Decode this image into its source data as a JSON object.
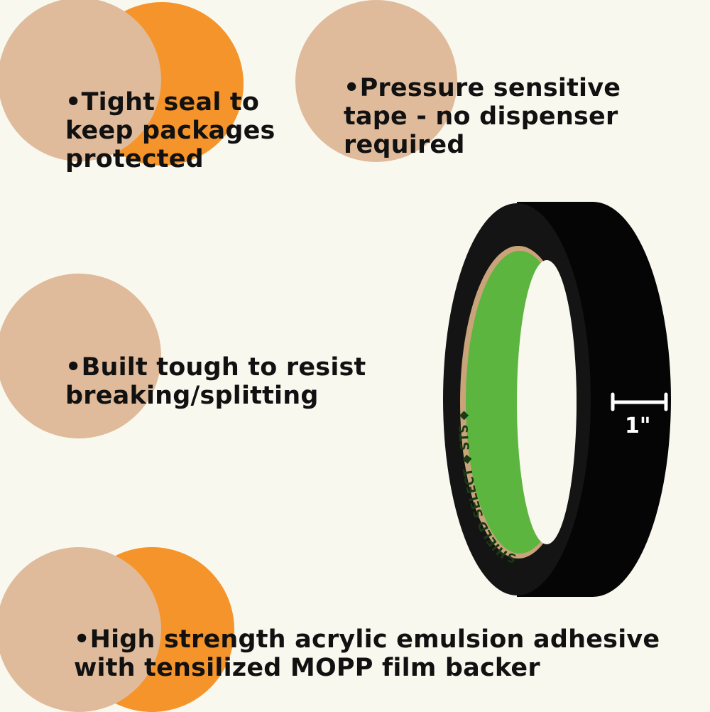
{
  "features": [
    {
      "lines": [
        "•Tight seal to",
        "keep packages",
        "protected"
      ]
    },
    {
      "lines": [
        "•Pressure sensitive",
        "tape - no dispenser",
        "required"
      ]
    },
    {
      "lines": [
        "•Built tough to resist",
        "breaking/splitting"
      ]
    },
    {
      "lines": [
        "•High strength acrylic emulsion adhesive",
        "with tensilized MOPP film backer"
      ]
    }
  ],
  "product": {
    "width_label": "1\"",
    "core_print": "SHIELD SELECT ◆ STS ◆"
  },
  "colors": {
    "background": "#f9f8ef",
    "beige": "#e0bb9b",
    "orange": "#f5942a",
    "tape": "#0b0b0b",
    "core": "#5cb53f"
  }
}
